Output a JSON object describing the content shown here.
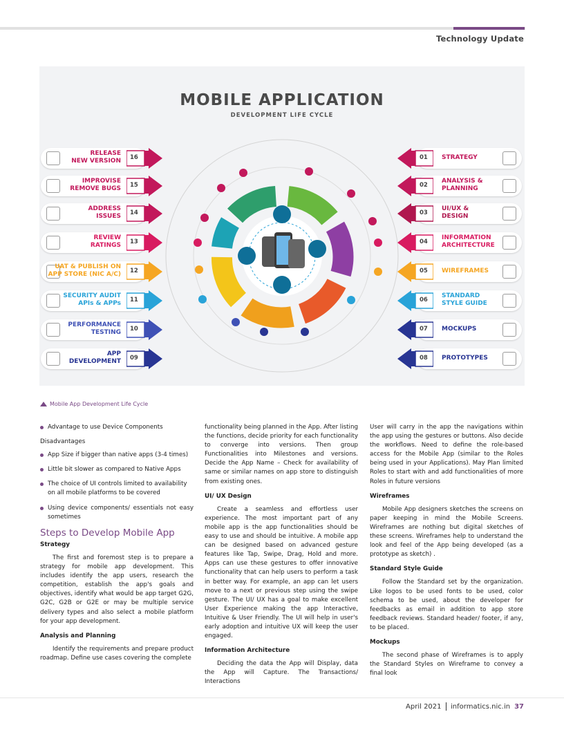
{
  "header": {
    "section": "Technology Update"
  },
  "infographic": {
    "title": "MOBILE APPLICATION",
    "subtitle": "DEVELOPMENT LIFE CYCLE",
    "left_steps": [
      {
        "num": "16",
        "label1": "RELEASE",
        "label2": "NEW VERSION",
        "color": "#c2185b"
      },
      {
        "num": "15",
        "label1": "IMPROVISE",
        "label2": "REMOVE BUGS",
        "color": "#c2185b"
      },
      {
        "num": "14",
        "label1": "ADDRESS",
        "label2": "ISSUES",
        "color": "#c2185b"
      },
      {
        "num": "13",
        "label1": "REVIEW",
        "label2": "RATINGS",
        "color": "#d81b60"
      },
      {
        "num": "12",
        "label1": "UAT & PUBLISH ON",
        "label2": "APP STORE (NIC A/C)",
        "color": "#f5a623"
      },
      {
        "num": "11",
        "label1": "SECURITY AUDIT",
        "label2": "APIs & APPs",
        "color": "#29a3d8"
      },
      {
        "num": "10",
        "label1": "PERFORMANCE",
        "label2": "TESTING",
        "color": "#3f51b5"
      },
      {
        "num": "09",
        "label1": "APP",
        "label2": "DEVELOPMENT",
        "color": "#283593"
      }
    ],
    "right_steps": [
      {
        "num": "01",
        "label1": "STRATEGY",
        "label2": "",
        "color": "#c2185b"
      },
      {
        "num": "02",
        "label1": "ANALYSIS &",
        "label2": "PLANNING",
        "color": "#c2185b"
      },
      {
        "num": "03",
        "label1": "UI/UX &",
        "label2": "DESIGN",
        "color": "#b0174f"
      },
      {
        "num": "04",
        "label1": "INFORMATION",
        "label2": "ARCHITECTURE",
        "color": "#d81b60"
      },
      {
        "num": "05",
        "label1": "WIREFRAMES",
        "label2": "",
        "color": "#f5a623"
      },
      {
        "num": "06",
        "label1": "STANDARD",
        "label2": "STYLE GUIDE",
        "color": "#29a3d8"
      },
      {
        "num": "07",
        "label1": "MOCKUPS",
        "label2": "",
        "color": "#283593"
      },
      {
        "num": "08",
        "label1": "PROTOTYPES",
        "label2": "",
        "color": "#283593"
      }
    ]
  },
  "caption": "Mobile App Development Life Cycle",
  "col1": {
    "bullet_top": "Advantage to use Device Components",
    "disadv_heading": "Disadvantages",
    "disadv": [
      "App Size if bigger than native apps (3-4 times)",
      "Little bit slower as compared to Native Apps",
      "The choice of UI controls limited to availability on all mobile platforms to be covered",
      "Using device components/ essentials not easy sometimes"
    ],
    "steps_heading": "Steps to Develop Mobile App",
    "strategy_heading": "Strategy",
    "strategy_text": "The first and foremost step is to prepare a strategy for mobile app development. This includes identify the app users, research the competition, establish the app's goals and objectives, identify what would be app target G2G, G2C, G2B or G2E or may be multiple service delivery types and also select a mobile platform for your app development.",
    "analysis_heading": "Analysis and Planning",
    "analysis_text": "Identify the requirements and prepare product roadmap. Define use cases covering the complete"
  },
  "col2": {
    "p1": "functionality being planned in the App. After listing the functions, decide priority for each functionality to converge into versions. Then group Functionalities into Milestones and versions.  Decide the App Name – Check for availability of same or similar names on app store to distinguish from existing ones.",
    "uiux_heading": "UI/ UX Design",
    "uiux_text": "Create a seamless and effortless user experience. The most important part of any mobile app is the app functionalities should be easy to use and should be intuitive. A mobile app can be designed based on advanced gesture features like Tap, Swipe, Drag, Hold and more. Apps can use these gestures to offer innovative functionality that can help users to perform a task in better way. For example, an app can let users move to a next or previous step using the swipe gesture. The UI/ UX has a goal to make excellent User Experience making the app Interactive, Intuitive & User Friendly. The UI will help in user's early adoption and intuitive UX will keep the user engaged.",
    "ia_heading": "Information Architecture",
    "ia_text": "Deciding the data the App will Display, data the App will Capture. The Transactions/ Interactions"
  },
  "col3": {
    "p1": "User will carry in the app the navigations within the app using the gestures or buttons. Also decide the workflows. Need to define the role-based access for the Mobile App (similar to the Roles being used in your Applications). May Plan limited Roles to start with and add functionalities of more Roles in future versions",
    "wf_heading": "Wireframes",
    "wf_text": "Mobile App designers sketches the screens on paper keeping in mind the Mobile Screens. Wireframes are nothing but digital sketches of these screens. Wireframes help to understand the look and feel of the App being developed (as a prototype as sketch) .",
    "ssg_heading": "Standard Style Guide",
    "ssg_text": "Follow the Standard set by the organization. Like logos to be used fonts to be used, color schema to be used, about the developer for feedbacks as email in addition to app store feedback reviews. Standard header/ footer, if any, to be placed.",
    "mock_heading": "Mockups",
    "mock_text": "The second phase of Wireframes is to apply the Standard Styles on Wireframe to convey a final look"
  },
  "footer": {
    "date": "April 2021",
    "site": "informatics.nic.in",
    "page": "37"
  },
  "colors": {
    "accent": "#7a4a86"
  }
}
